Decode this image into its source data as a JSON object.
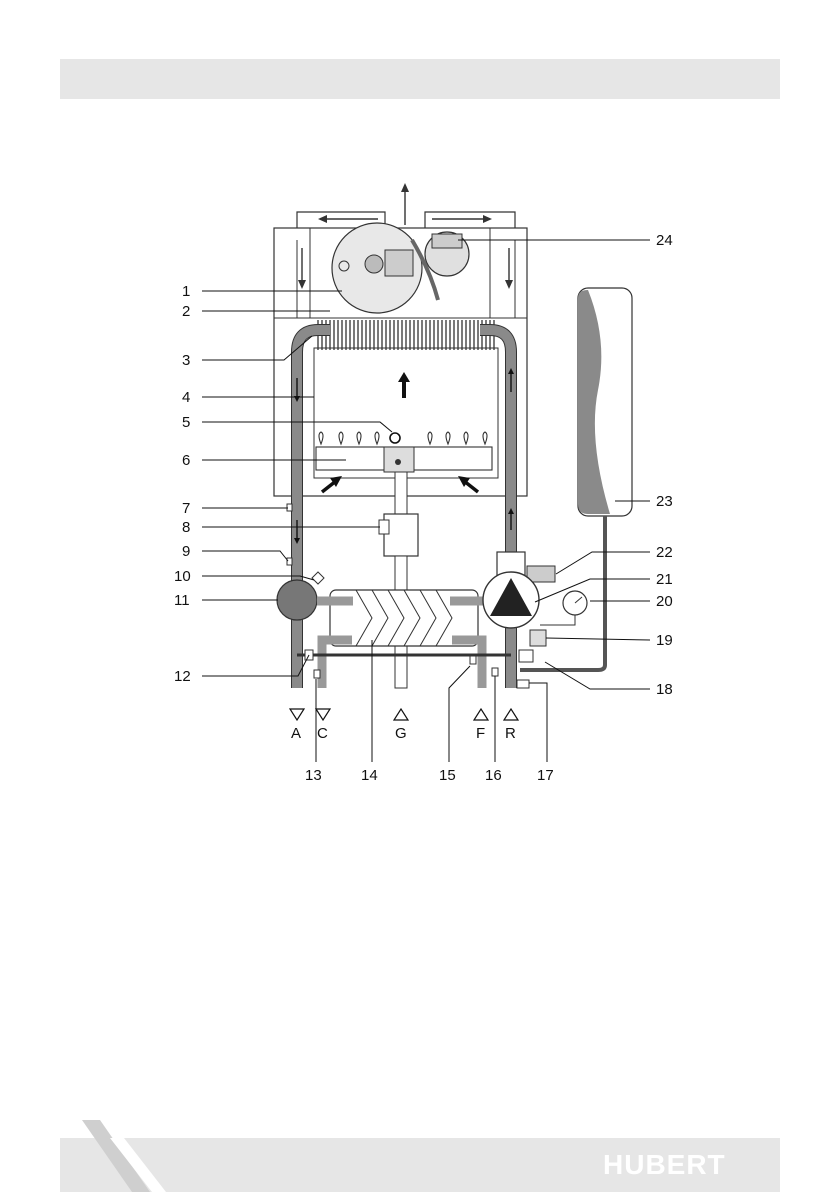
{
  "brand": {
    "name": "HUBERT"
  },
  "colors": {
    "pipe": "#8a8a8a",
    "pipe_light": "#b5b5b5",
    "pump": "#222222",
    "bar": "#e6e6e6"
  },
  "callouts": [
    "1",
    "2",
    "3",
    "4",
    "5",
    "6",
    "7",
    "8",
    "9",
    "10",
    "11",
    "12",
    "13",
    "14",
    "15",
    "16",
    "17",
    "18",
    "19",
    "20",
    "21",
    "22",
    "23",
    "24"
  ],
  "connections": [
    "A",
    "C",
    "G",
    "F",
    "R"
  ]
}
